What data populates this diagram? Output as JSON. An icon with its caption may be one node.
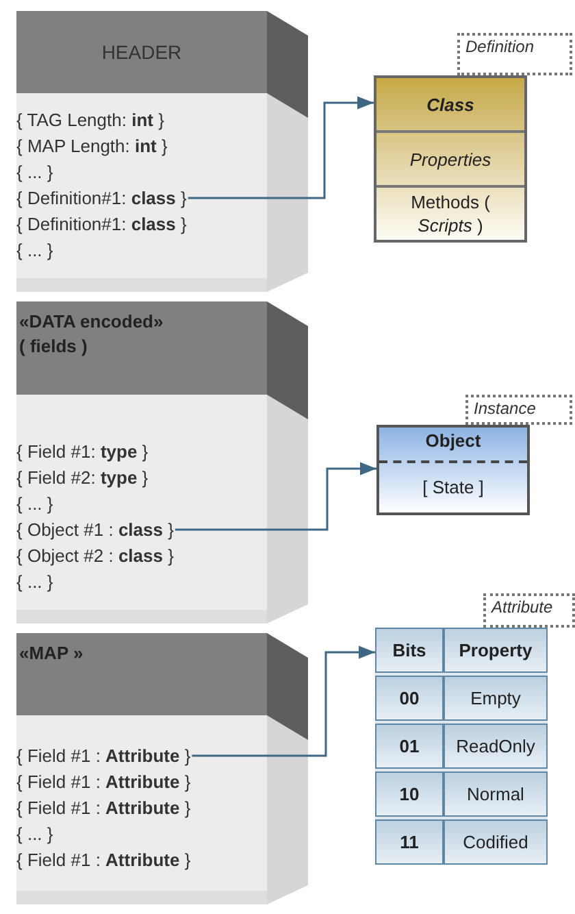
{
  "diagram": {
    "nodes": [
      {
        "text": [
          "HEADER"
        ]
      },
      {
        "text": [
          "{ TAG Length: **int** }"
        ],
        "in": 0
      },
      {
        "text": [
          "{ MAP Length: **int** }"
        ],
        "in": 0
      },
      {
        "text": [
          "{ ... }"
        ],
        "in": 0
      },
      {
        "text": [
          "{ Definition#1: **class** }"
        ],
        "in": 0
      },
      {
        "text": [
          "{ Definition#1: **class** }"
        ],
        "in": 0
      },
      {
        "text": [
          "{ ... }"
        ],
        "in": 0
      },
      {
        "text": [
          "Definition"
        ]
      },
      {
        "text": [
          "Class",
          "Properties",
          "Methods ( *Scripts* )"
        ]
      },
      {
        "text": [
          "«DATA encoded» ( fields )"
        ]
      },
      {
        "text": [
          "{ Field #1: **type** }"
        ],
        "in": 9
      },
      {
        "text": [
          "{ Field #2: **type** }"
        ],
        "in": 9
      },
      {
        "text": [
          "{ ... }"
        ],
        "in": 9
      },
      {
        "text": [
          "{ Object #1 : **class** }"
        ],
        "in": 9
      },
      {
        "text": [
          "{ Object #2 : **class** }"
        ],
        "in": 9
      },
      {
        "text": [
          "{ ... }"
        ],
        "in": 9
      },
      {
        "text": [
          "Instance"
        ]
      },
      {
        "text": [
          "Object",
          "[ State ]"
        ]
      },
      {
        "text": [
          "«MAP »"
        ]
      },
      {
        "text": [
          "{ Field #1 : **Attribute** }"
        ],
        "in": 18
      },
      {
        "text": [
          "{ Field #1 : **Attribute** }"
        ],
        "in": 18
      },
      {
        "text": [
          "{ Field #1 : **Attribute** }"
        ],
        "in": 18
      },
      {
        "text": [
          "{ ... }"
        ],
        "in": 18
      },
      {
        "text": [
          "{ Field #1 : **Attribute** }"
        ],
        "in": 18
      },
      {
        "text": [
          "Attribute"
        ]
      },
      {
        "text": [
          "Bits",
          "Property",
          "00",
          "Empty",
          "01",
          "ReadOnly",
          "10",
          "Normal",
          "11",
          "Codified"
        ]
      }
    ],
    "edges": [
      {
        "from": 4,
        "to": 8,
        "arrow": "to"
      },
      {
        "from": 13,
        "to": 17,
        "arrow": "to"
      },
      {
        "from": 19,
        "to": 25,
        "arrow": "to"
      }
    ]
  }
}
